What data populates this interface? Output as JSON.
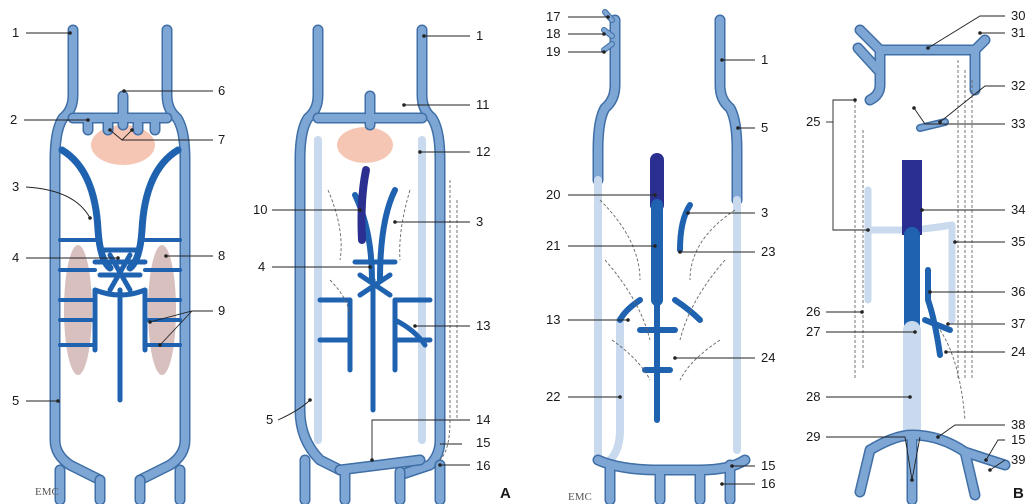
{
  "panels": [
    "A",
    "B"
  ],
  "signature": "EMC",
  "callouts": {
    "p1_left": [
      "1",
      "2",
      "3",
      "4",
      "5"
    ],
    "p1_right": [
      "6",
      "7",
      "8",
      "9"
    ],
    "p2_left": [
      "10",
      "4",
      "5"
    ],
    "p2_right": [
      "1",
      "11",
      "12",
      "3",
      "13",
      "14",
      "15",
      "16"
    ],
    "p3_left": [
      "17",
      "18",
      "19",
      "20",
      "21",
      "13",
      "22"
    ],
    "p3_right": [
      "1",
      "5",
      "3",
      "23",
      "24",
      "15",
      "16"
    ],
    "p4_left": [
      "25",
      "26",
      "27",
      "28",
      "29"
    ],
    "p4_right": [
      "30",
      "31",
      "32",
      "33",
      "34",
      "35",
      "36",
      "37",
      "24",
      "38",
      "15",
      "39"
    ]
  },
  "colors": {
    "vein_medium": "#7ea6d4",
    "vein_dark": "#1f62b0",
    "vein_darkest": "#2b2f8f",
    "vein_faded": "#c9d9ee",
    "gland_pink": "#f6c6b4",
    "mesonephros_tan": "#d7c0bd"
  }
}
